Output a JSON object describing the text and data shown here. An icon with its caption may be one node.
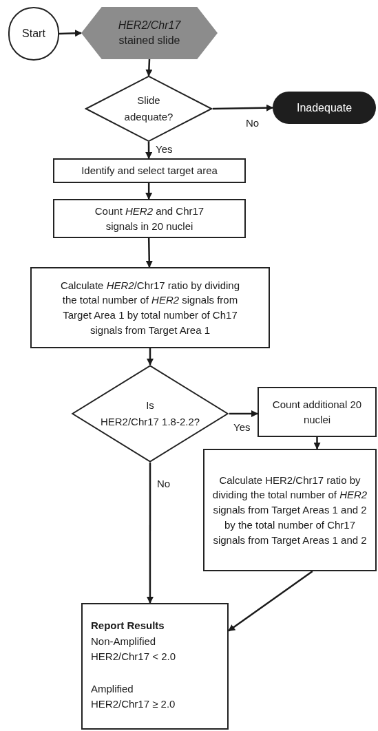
{
  "diagram": {
    "nodes": [
      {
        "text": [
          "Start"
        ]
      },
      {
        "text": [
          "*HER2/Chr17* stained slide"
        ]
      },
      {
        "text": [
          "Slide adequate?"
        ]
      },
      {
        "text": [
          "Inadequate"
        ]
      },
      {
        "text": [
          "Identify and select target area"
        ]
      },
      {
        "text": [
          "Count *HER2* and Chr17 signals in 20 nuclei"
        ]
      },
      {
        "text": [
          "Calculate *HER2*/Chr17 ratio by dividing the total number of *HER2* signals from Target Area 1 by total number of Ch17 signals from Target Area 1"
        ]
      },
      {
        "text": [
          "Is",
          "HER2/Chr17 1.8-2.2?"
        ]
      },
      {
        "text": [
          "Count additional 20 nuclei"
        ]
      },
      {
        "text": [
          "Calculate HER2/Chr17 ratio by dividing the total number of *HER2* signals from Target Areas 1 and 2 by the total number of Chr17 signals from Target Areas 1 and 2"
        ]
      },
      {
        "text": [
          "Report Results",
          "Non-Amplified HER2/Chr17 < 2.0",
          "Amplified HER2/Chr17 ≥ 2.0"
        ]
      }
    ],
    "edges": [
      {
        "from": 0,
        "to": 1,
        "arrow": "to"
      },
      {
        "from": 1,
        "to": 2,
        "arrow": "to"
      },
      {
        "from": 2,
        "to": 3,
        "arrow": "to",
        "label": "No"
      },
      {
        "from": 2,
        "to": 4,
        "arrow": "to",
        "label": "Yes"
      },
      {
        "from": 4,
        "to": 5,
        "arrow": "to"
      },
      {
        "from": 5,
        "to": 6,
        "arrow": "to"
      },
      {
        "from": 6,
        "to": 7,
        "arrow": "to"
      },
      {
        "from": 7,
        "to": 8,
        "arrow": "to",
        "label": "Yes"
      },
      {
        "from": 7,
        "to": 10,
        "arrow": "to",
        "label": "No"
      },
      {
        "from": 8,
        "to": 9,
        "arrow": "to"
      },
      {
        "from": 9,
        "to": 10,
        "arrow": "to"
      }
    ]
  }
}
